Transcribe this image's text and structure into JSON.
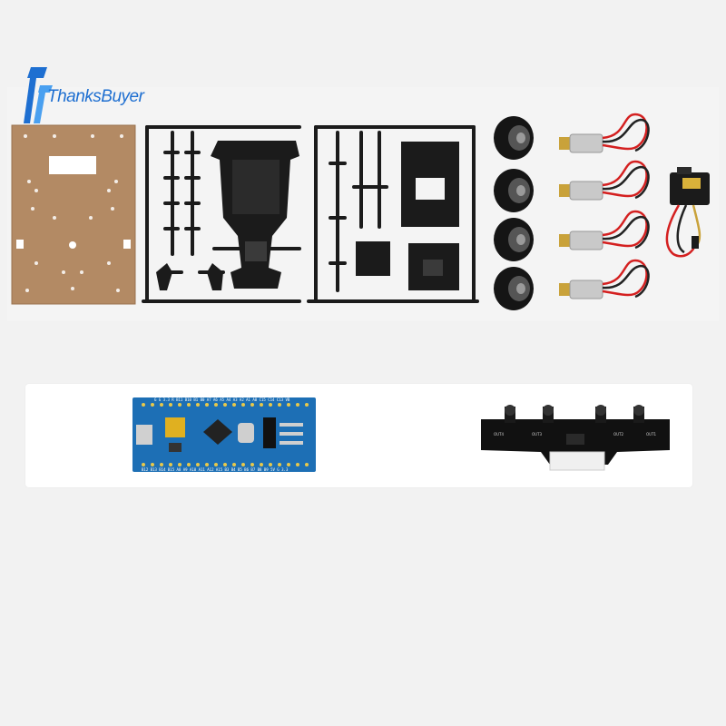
{
  "brand": {
    "name": "ThanksBuyer",
    "color": "#1e6fd1"
  },
  "components": {
    "chassis_plate_color": "#b38a64",
    "frame_color": "#1b1b1b",
    "wheel_color": "#151515",
    "motor_metal_color": "#c9c9c9",
    "motor_brass_color": "#c9a23a",
    "wire_red": "#d42020",
    "wire_black": "#222222",
    "wire_white": "#eeeeee",
    "mcu_board_color": "#1d6fb5",
    "sensor_board_color": "#111111"
  },
  "mcu_board": {
    "top_pin_labels": "G G 3.3 R B11 B10 B1 B0 A7 A6 A5 A4 A3 A2 A1 A0 C15 C14 C13 VB",
    "bottom_pin_labels": "B12 B13 B14 B15 A8 A9 A10 A11 A12 A15 B3 B4 B5 B6 B7 B8 B9 5V G 3.3"
  },
  "sensor_board": {
    "channel_labels": [
      "OUT4",
      "OUT3",
      "OUT2",
      "OUT1"
    ]
  }
}
